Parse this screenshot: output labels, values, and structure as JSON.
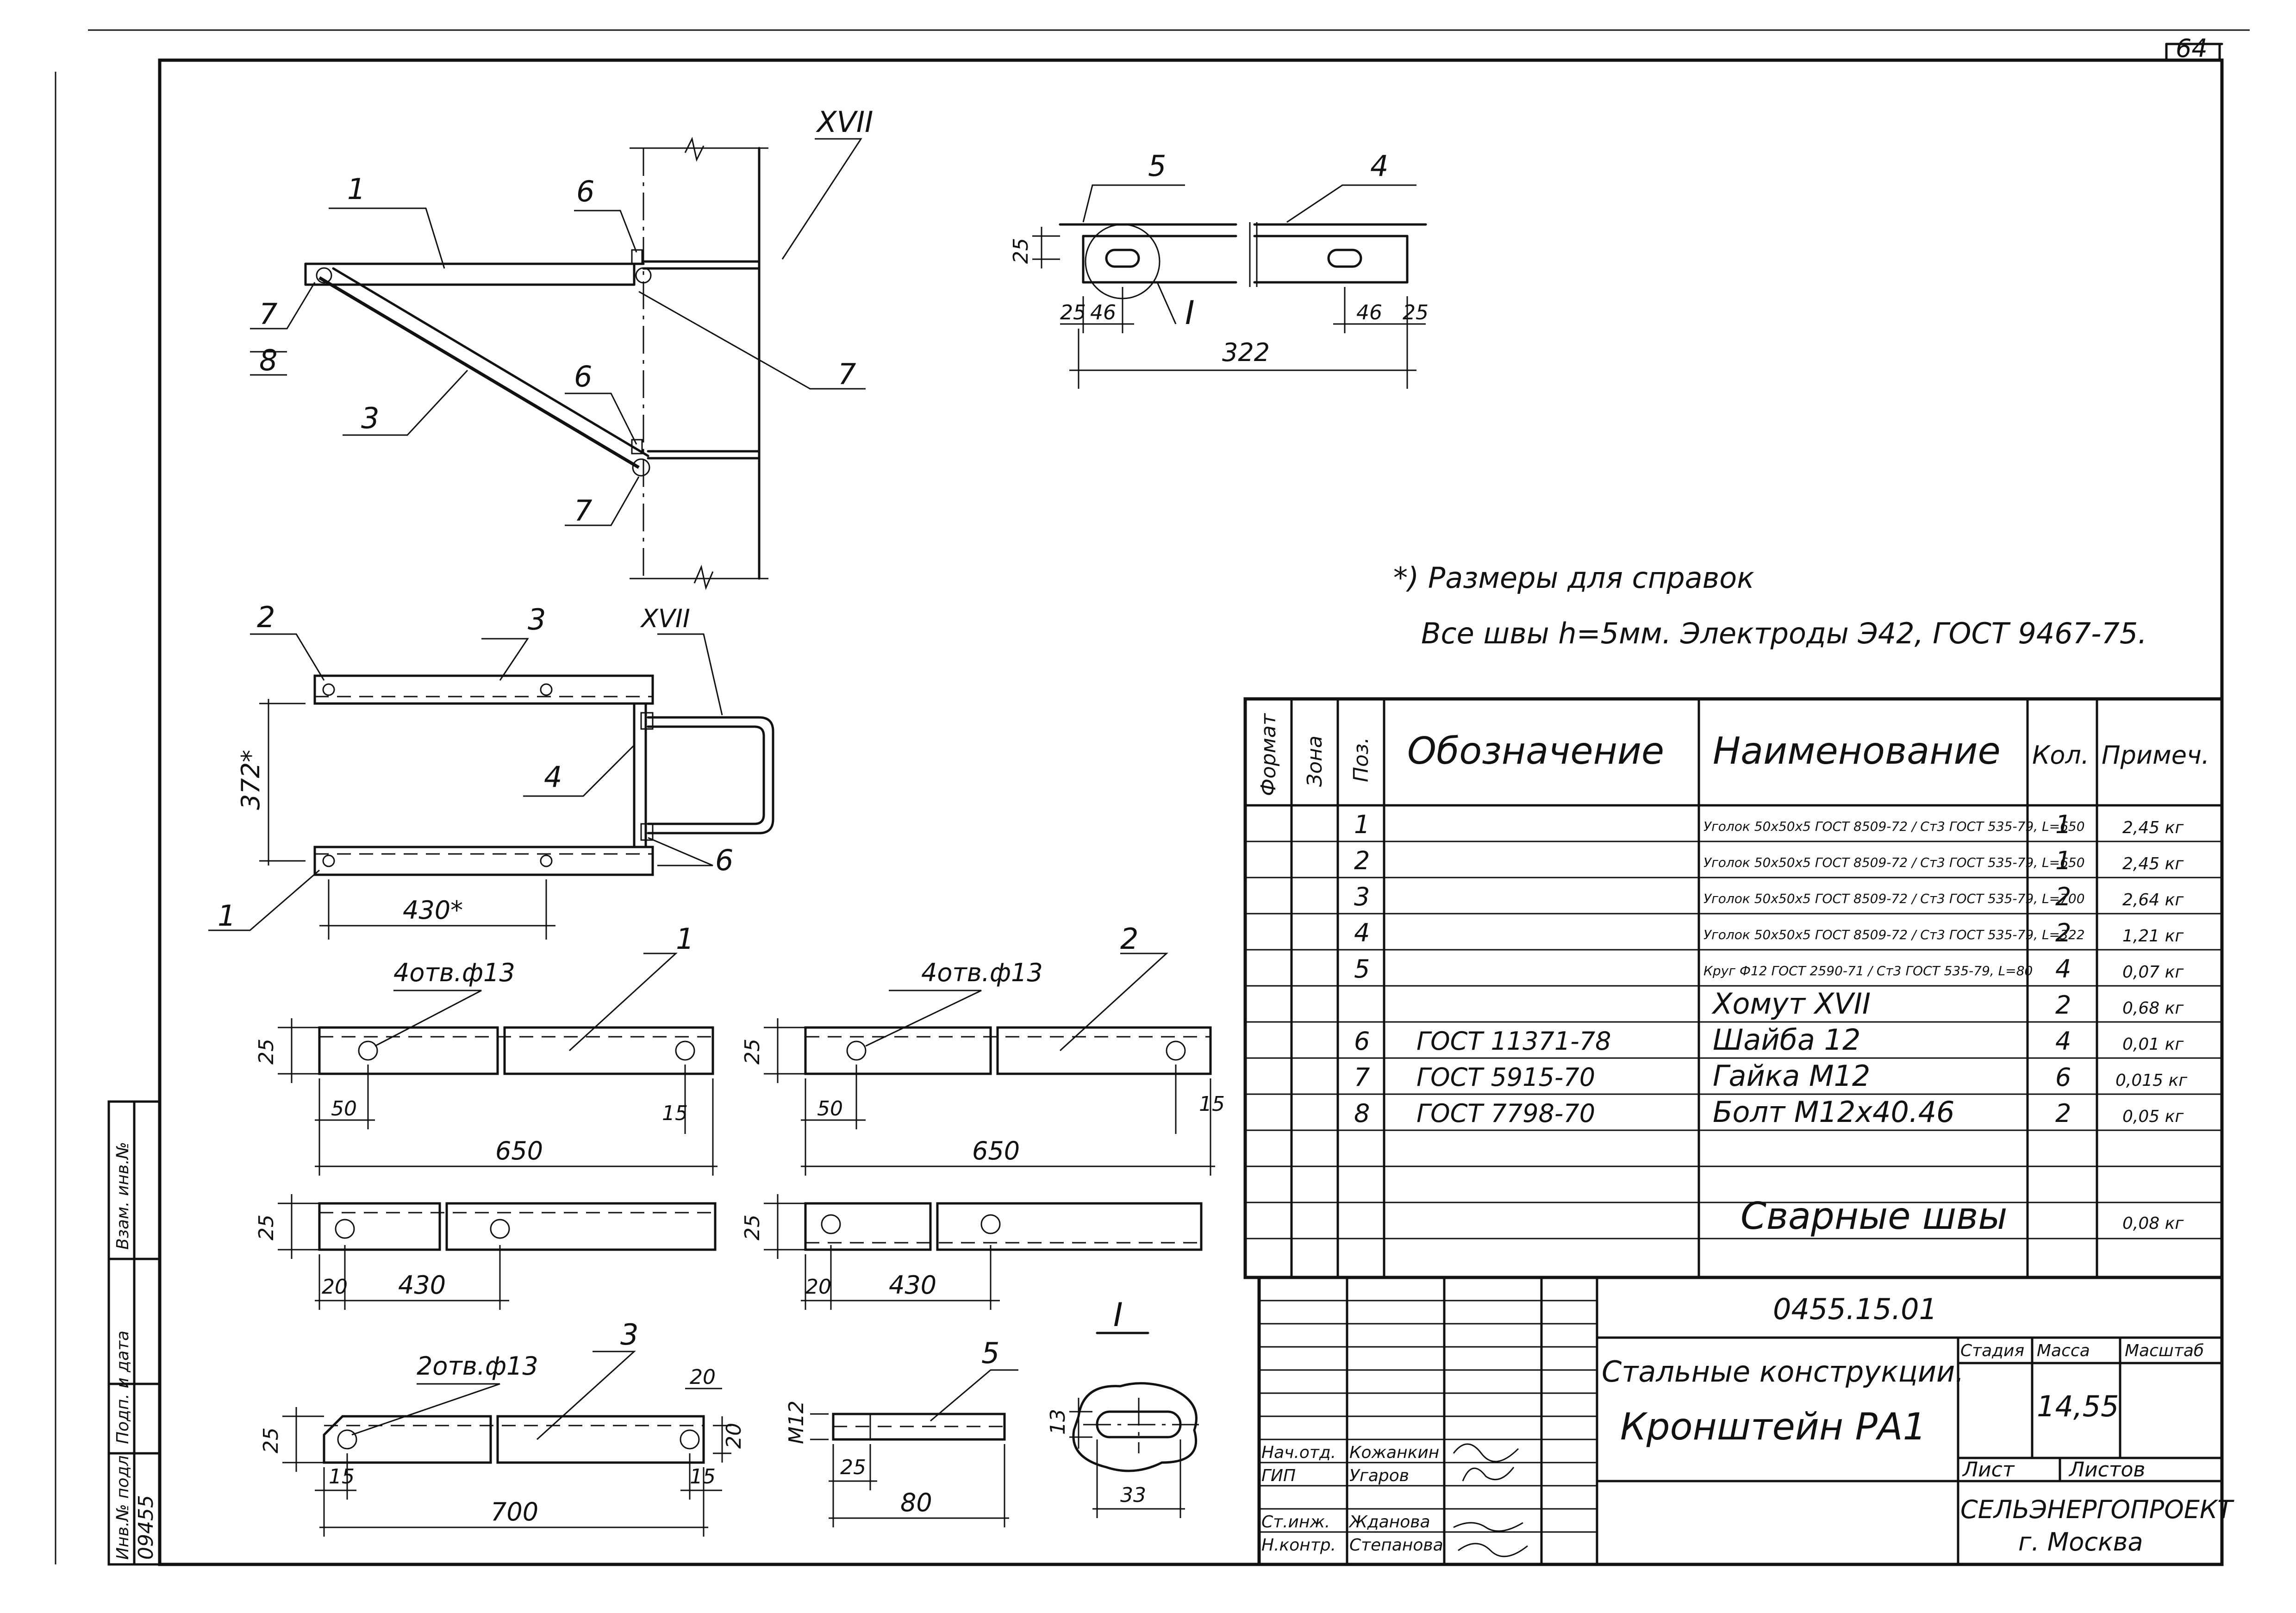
{
  "sheet_number": "64",
  "notes": {
    "reference": "*) Размеры для справок",
    "welds": "Все швы h=5мм. Электроды Э42, ГОСТ 9467-75."
  },
  "callouts": {
    "p1": "1",
    "p2": "2",
    "p3": "3",
    "p4": "4",
    "p5": "5",
    "p6": "6",
    "p7": "7",
    "p8": "8",
    "xvii": "XVII",
    "detail": "I"
  },
  "dims": {
    "d25": "25",
    "d46": "46",
    "d322": "322",
    "d372": "372*",
    "d430star": "430*",
    "d50": "50",
    "d15": "15",
    "d650": "650",
    "d20": "20",
    "d430": "430",
    "d700": "700",
    "d80": "80",
    "d33": "33",
    "d13": "13",
    "m12": "M12",
    "holes4": "4отв.ф13",
    "holes2": "2отв.ф13"
  },
  "spec_table": {
    "headers": [
      "Формат",
      "Зона",
      "Поз.",
      "Обозначение",
      "Наименование",
      "Кол.",
      "Примеч."
    ],
    "rows": [
      {
        "pos": "1",
        "designation": "",
        "name": "Уголок 50x50x5 ГОСТ 8509-72 / Ст3 ГОСТ 535-79, L=650",
        "qty": "1",
        "note": "2,45 кг"
      },
      {
        "pos": "2",
        "designation": "",
        "name": "Уголок 50x50x5 ГОСТ 8509-72 / Ст3 ГОСТ 535-79, L=650",
        "qty": "1",
        "note": "2,45 кг"
      },
      {
        "pos": "3",
        "designation": "",
        "name": "Уголок 50x50x5 ГОСТ 8509-72 / Ст3 ГОСТ 535-79, L=700",
        "qty": "2",
        "note": "2,64 кг"
      },
      {
        "pos": "4",
        "designation": "",
        "name": "Уголок 50x50x5 ГОСТ 8509-72 / Ст3 ГОСТ 535-79, L=322",
        "qty": "2",
        "note": "1,21 кг"
      },
      {
        "pos": "5",
        "designation": "",
        "name": "Круг Ф12 ГОСТ 2590-71 / Ст3 ГОСТ 535-79, L=80",
        "qty": "4",
        "note": "0,07 кг"
      },
      {
        "pos": "",
        "designation": "",
        "name": "Хомут XVII",
        "qty": "2",
        "note": "0,68 кг"
      },
      {
        "pos": "6",
        "designation": "ГОСТ 11371-78",
        "name": "Шайба 12",
        "qty": "4",
        "note": "0,01 кг"
      },
      {
        "pos": "7",
        "designation": "ГОСТ 5915-70",
        "name": "Гайка М12",
        "qty": "6",
        "note": "0,015 кг"
      },
      {
        "pos": "8",
        "designation": "ГОСТ 7798-70",
        "name": "Болт М12x40.46",
        "qty": "2",
        "note": "0,05 кг"
      },
      {
        "pos": "",
        "designation": "",
        "name": "",
        "qty": "",
        "note": ""
      },
      {
        "pos": "",
        "designation": "",
        "name": "Сварные швы",
        "qty": "",
        "note": "0,08 кг"
      }
    ]
  },
  "title_block": {
    "code": "0455.15.01",
    "title1": "Стальные конструкции.",
    "title2": "Кронштейн РА1",
    "stage_label": "Стадия",
    "mass_label": "Масса",
    "scale_label": "Масштаб",
    "mass_value": "14,55",
    "sheet_label": "Лист",
    "sheets_label": "Листов",
    "org": "СЕЛЬЭНЕРГОПРОЕКТ",
    "city": "г. Москва",
    "people": [
      {
        "role": "Нач.отд.",
        "name": "Кожанкин"
      },
      {
        "role": "ГИП",
        "name": "Угаров"
      },
      {
        "role": "Ст.инж.",
        "name": "Жданова"
      },
      {
        "role": "Н.контр.",
        "name": "Степанова"
      }
    ]
  },
  "side_stamp": {
    "inv": "Инв.№ подл.",
    "sign": "Подп. и дата",
    "vz": "Взам. инв.№",
    "inv_value": "09455"
  }
}
